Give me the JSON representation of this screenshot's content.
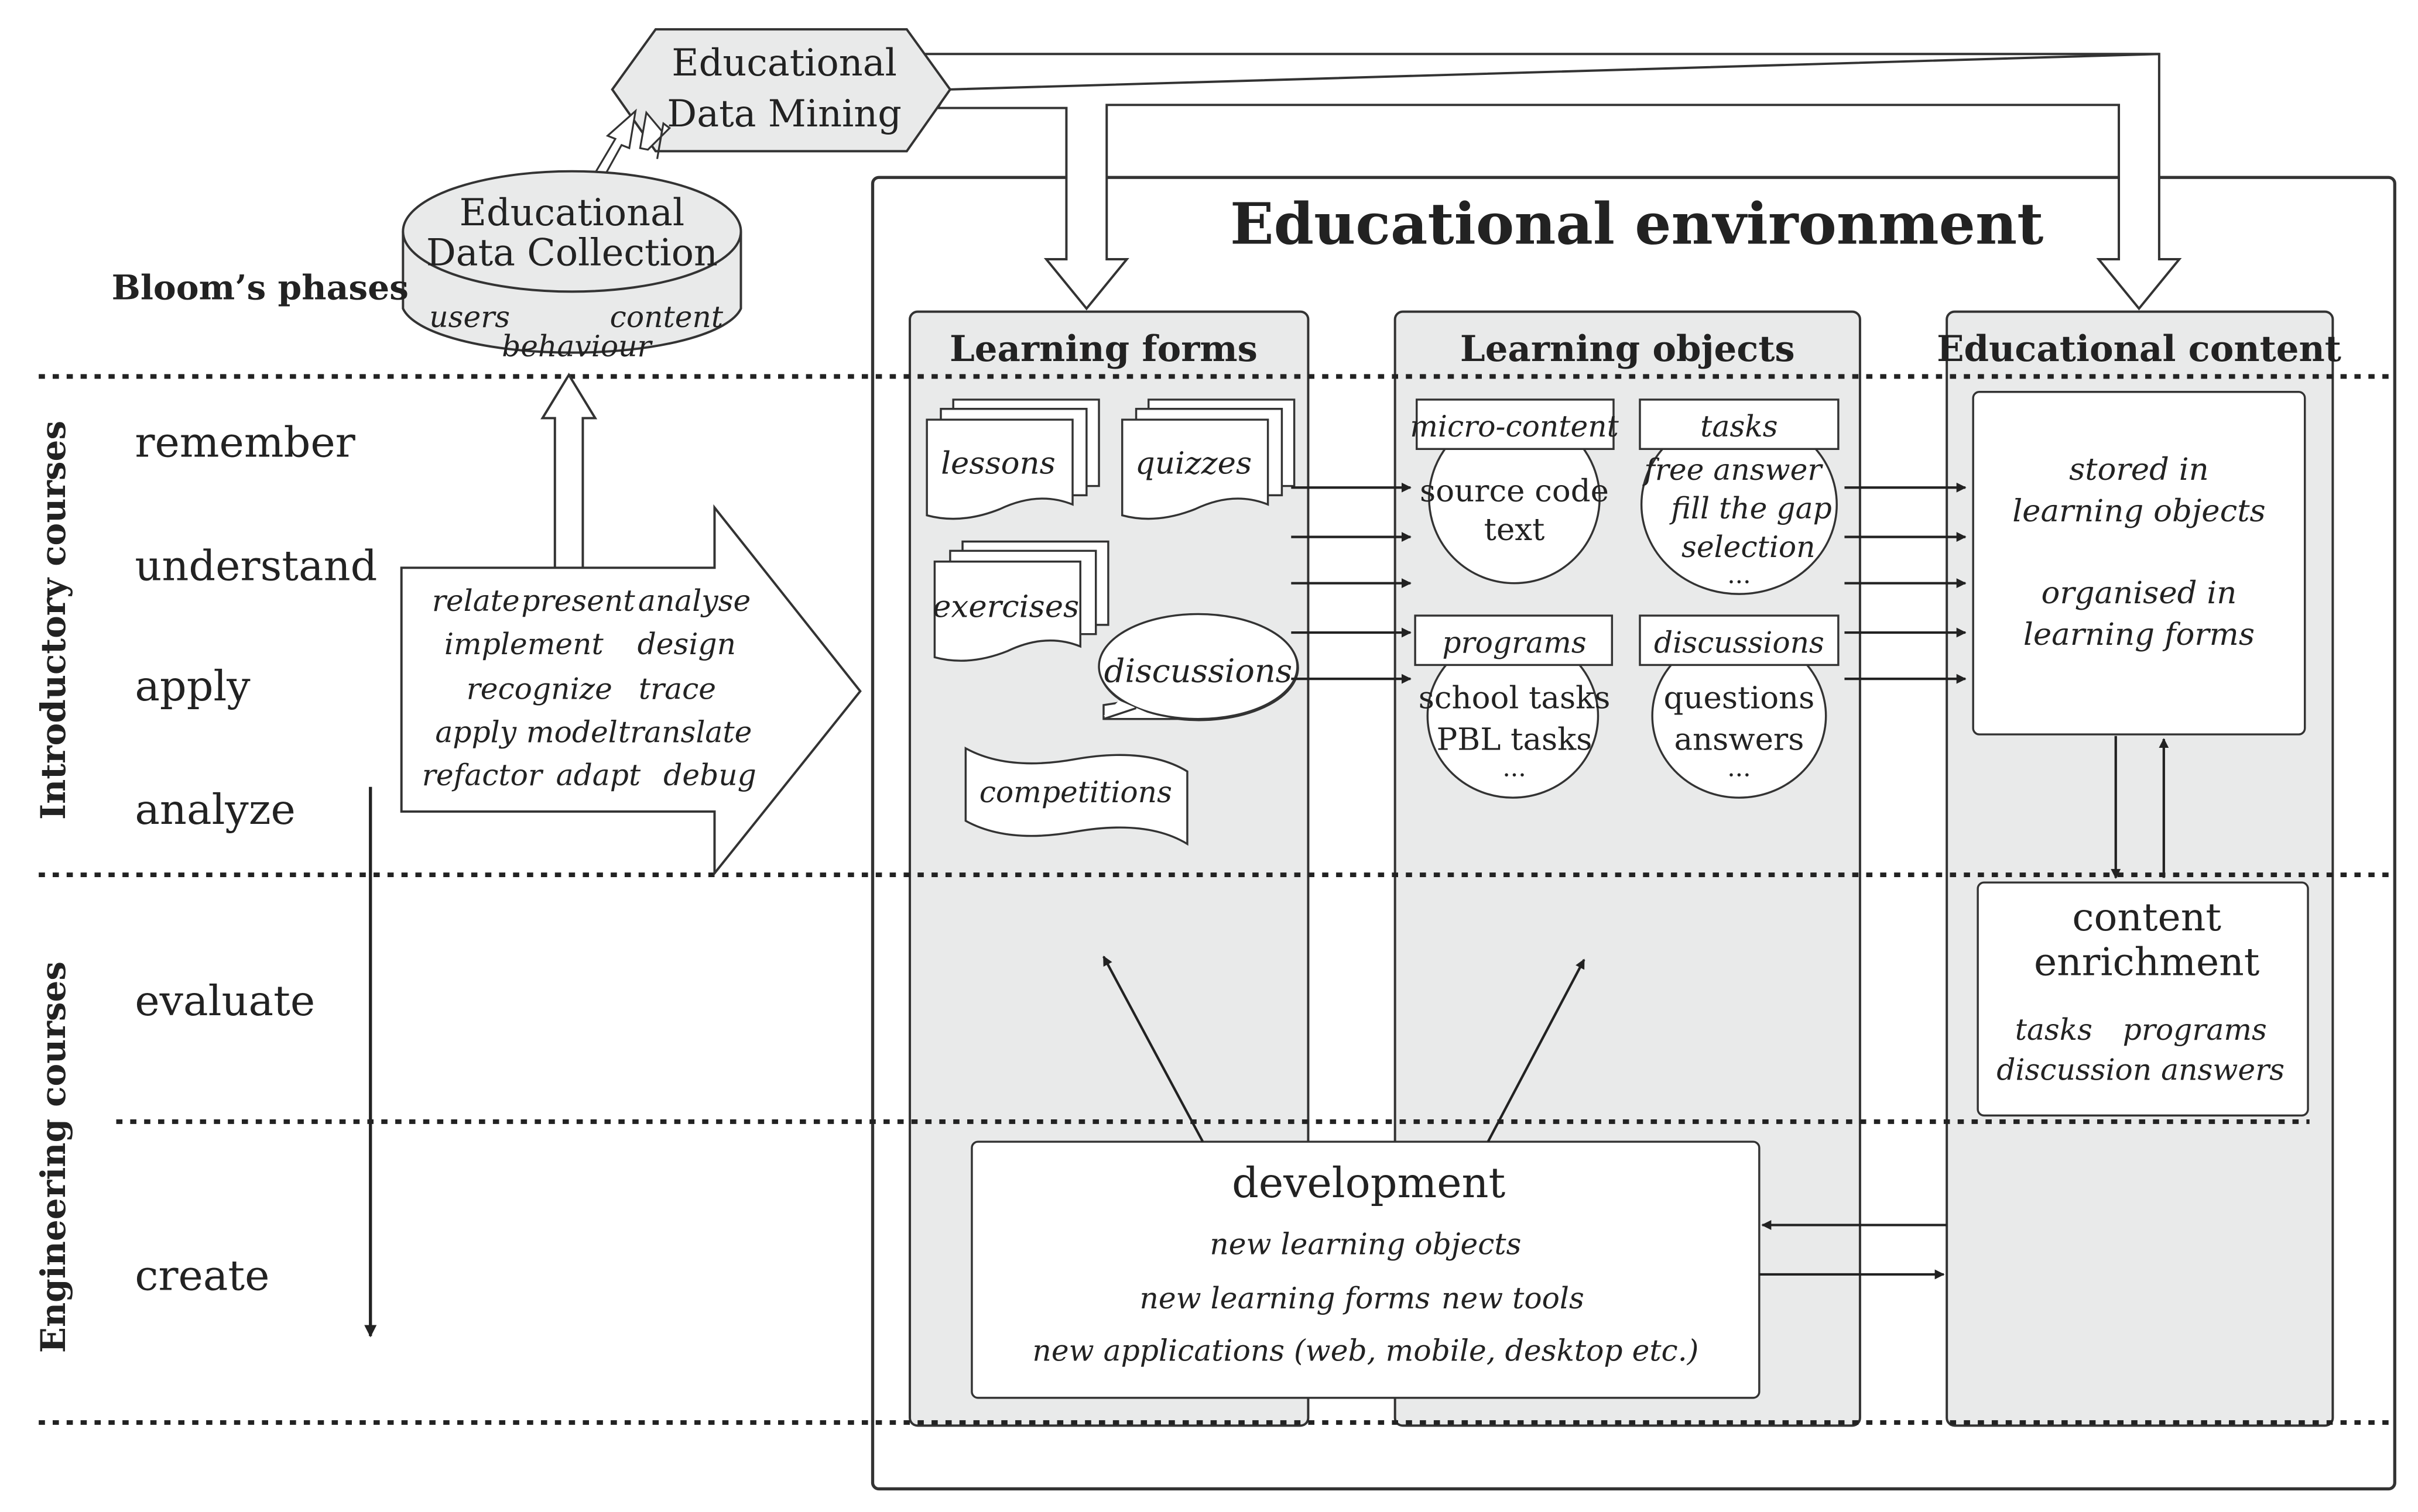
{
  "edm": {
    "line1": "Educational",
    "line2": "Data Mining"
  },
  "edc": {
    "line1": "Educational",
    "line2": "Data Collection",
    "users": "users",
    "content": "content",
    "behaviour": "behaviour"
  },
  "env": {
    "title": "Educational environment"
  },
  "blooms": {
    "title": "Bloom’s phases",
    "phases": [
      "remember",
      "understand",
      "apply",
      "analyze",
      "evaluate",
      "create"
    ]
  },
  "courses": {
    "intro": "Introductory courses",
    "engineering": "Engineering courses"
  },
  "verbs": [
    "relate",
    "present",
    "analyse",
    "implement",
    "design",
    "recognize",
    "trace",
    "apply",
    "model",
    "translate",
    "refactor",
    "adapt",
    "debug"
  ],
  "learning_forms": {
    "title": "Learning forms",
    "items": [
      "lessons",
      "quizzes",
      "exercises",
      "discussions",
      "competitions"
    ]
  },
  "learning_objects": {
    "title": "Learning objects",
    "micro": {
      "label": "micro-content",
      "l1": "source code",
      "l2": "text"
    },
    "tasks": {
      "label": "tasks",
      "l1": "free answer",
      "l2": "fill the gap",
      "l3": "selection",
      "l4": "..."
    },
    "programs": {
      "label": "programs",
      "l1": "school tasks",
      "l2": "PBL tasks",
      "l3": "..."
    },
    "discussions": {
      "label": "discussions",
      "l1": "questions",
      "l2": "answers",
      "l3": "..."
    }
  },
  "content": {
    "title": "Educational content",
    "stored1": "stored in",
    "stored2": "learning objects",
    "org1": "organised in",
    "org2": "learning forms",
    "enrich1": "content",
    "enrich2": "enrichment",
    "enrich_tasks": "tasks",
    "enrich_programs": "programs",
    "enrich_answers": "discussion answers"
  },
  "development": {
    "title": "development",
    "line1": "new learning objects",
    "line2a": "new learning forms",
    "line2b": "new tools",
    "line3": "new applications (web, mobile, desktop etc.)"
  }
}
